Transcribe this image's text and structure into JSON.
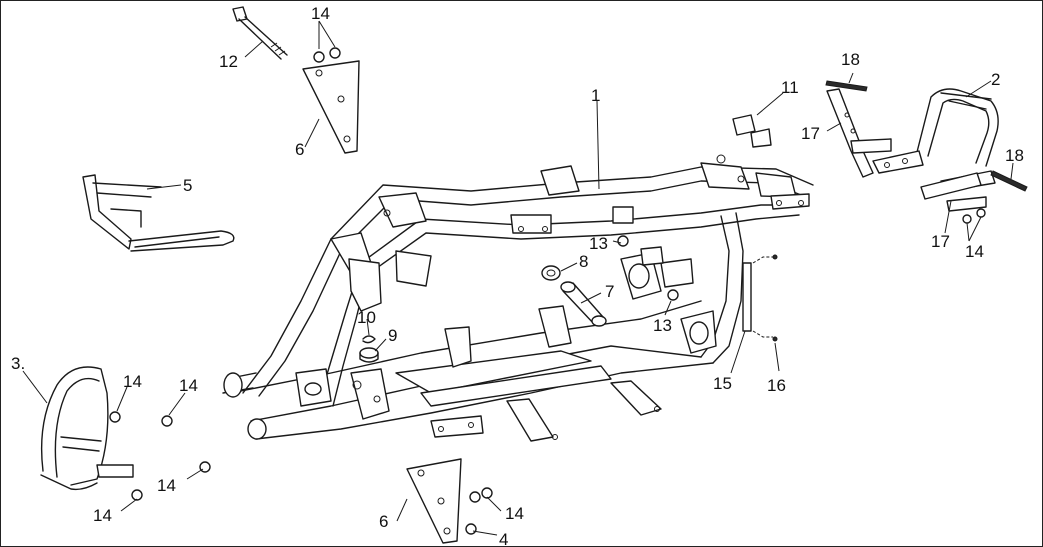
{
  "callouts": [
    {
      "id": "c1",
      "text": "1"
    },
    {
      "id": "c2",
      "text": "2"
    },
    {
      "id": "c3",
      "text": "3."
    },
    {
      "id": "c4",
      "text": "4"
    },
    {
      "id": "c5",
      "text": "5"
    },
    {
      "id": "c6a",
      "text": "6"
    },
    {
      "id": "c6b",
      "text": "6"
    },
    {
      "id": "c7",
      "text": "7"
    },
    {
      "id": "c8",
      "text": "8"
    },
    {
      "id": "c9",
      "text": "9"
    },
    {
      "id": "c10",
      "text": "10"
    },
    {
      "id": "c11",
      "text": "11"
    },
    {
      "id": "c12",
      "text": "12"
    },
    {
      "id": "c13a",
      "text": "13"
    },
    {
      "id": "c13b",
      "text": "13"
    },
    {
      "id": "c14a",
      "text": "14"
    },
    {
      "id": "c14b",
      "text": "14"
    },
    {
      "id": "c14c",
      "text": "14"
    },
    {
      "id": "c14d",
      "text": "14"
    },
    {
      "id": "c14e",
      "text": "14"
    },
    {
      "id": "c14f",
      "text": "14"
    },
    {
      "id": "c14g",
      "text": "14"
    },
    {
      "id": "c15",
      "text": "15"
    },
    {
      "id": "c16",
      "text": "16"
    },
    {
      "id": "c17a",
      "text": "17"
    },
    {
      "id": "c17b",
      "text": "17"
    },
    {
      "id": "c18a",
      "text": "18"
    },
    {
      "id": "c18b",
      "text": "18"
    }
  ]
}
